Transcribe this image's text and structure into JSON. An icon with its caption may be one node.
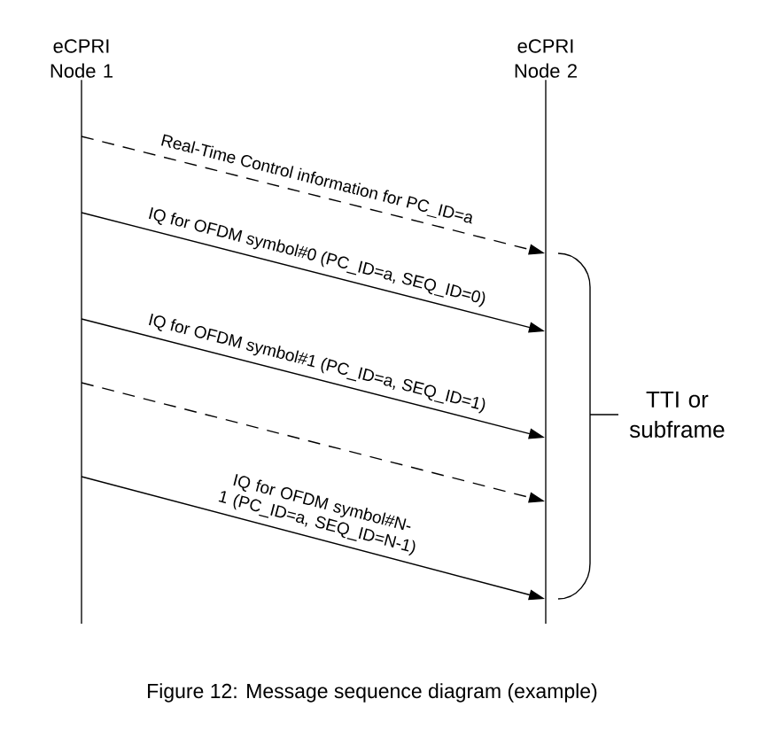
{
  "diagram": {
    "caption": "Figure 12: Message sequence diagram (example)",
    "nodes": [
      {
        "text": [
          "eCPRI Node 1"
        ]
      },
      {
        "text": [
          "eCPRI Node 2"
        ]
      }
    ],
    "edges": [
      {
        "from": 0,
        "to": 1,
        "arrow": "to",
        "style": "dashed",
        "label": "Real-Time Control information for PC_ID=a"
      },
      {
        "from": 0,
        "to": 1,
        "arrow": "to",
        "label": "IQ for OFDM symbol#0 (PC_ID=a, SEQ_ID=0)"
      },
      {
        "from": 0,
        "to": 1,
        "arrow": "to",
        "label": "IQ for OFDM symbol#1 (PC_ID=a, SEQ_ID=1)"
      },
      {
        "from": 0,
        "to": 1,
        "arrow": "to",
        "style": "dashed"
      },
      {
        "from": 0,
        "to": 1,
        "arrow": "to",
        "label": "IQ for OFDM symbol#N-1 (PC_ID=a, SEQ_ID=N-1)"
      }
    ],
    "labels": [
      "TTI or subframe"
    ]
  }
}
